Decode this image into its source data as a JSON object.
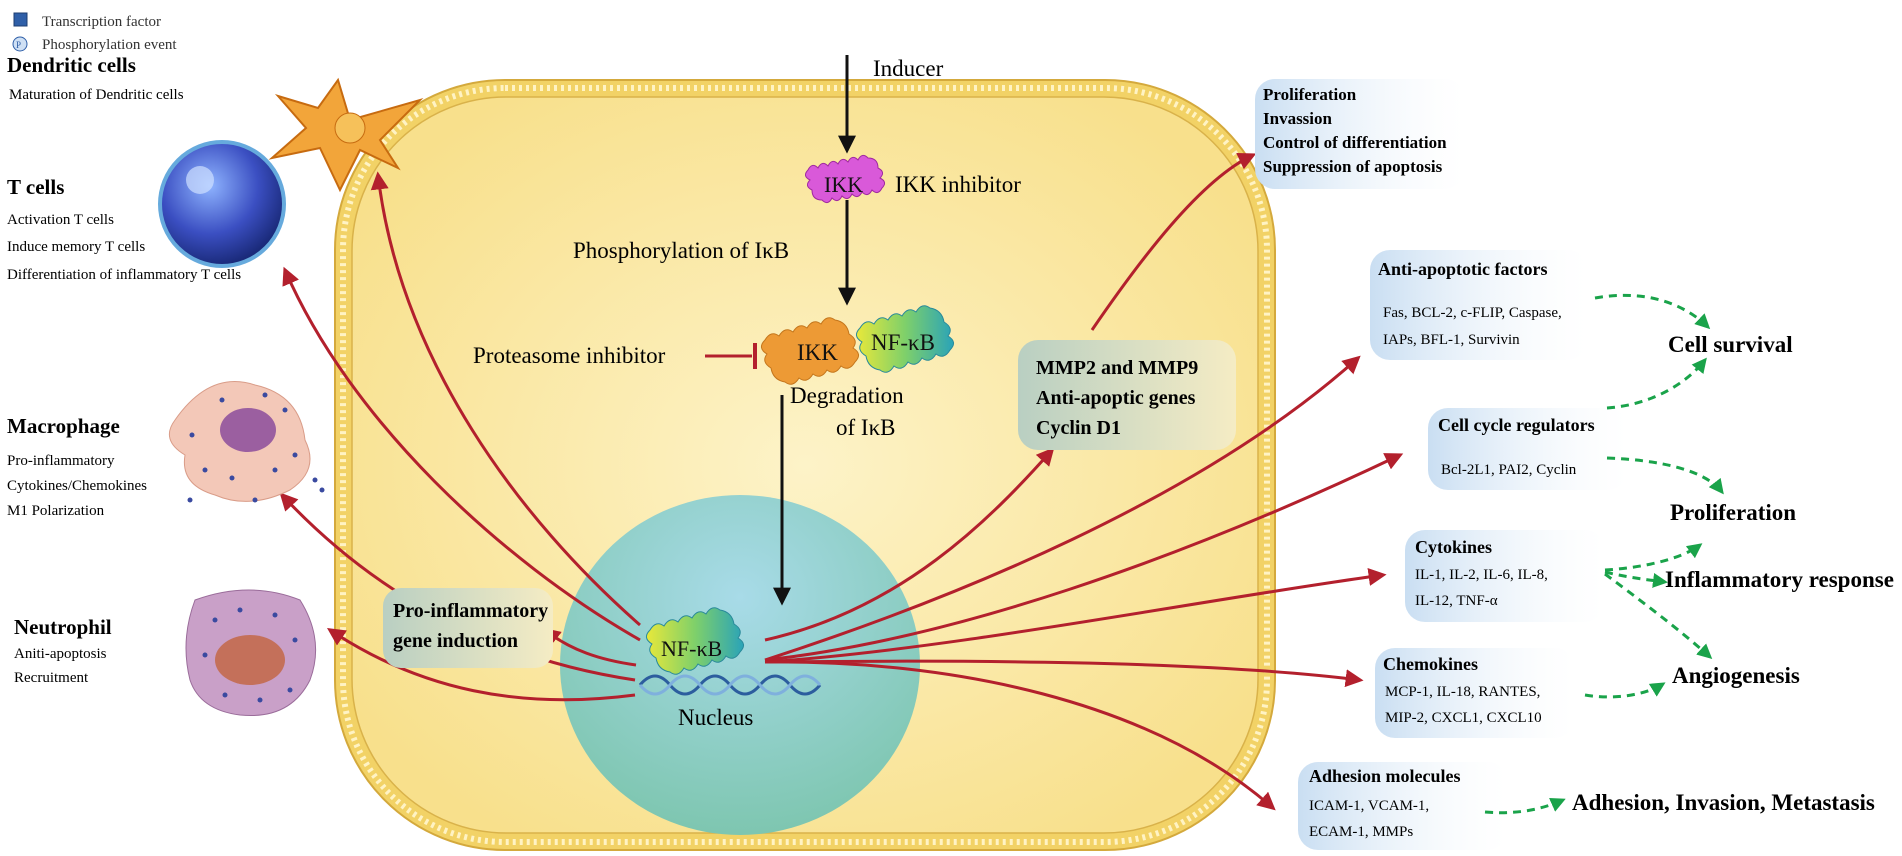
{
  "legend": [
    {
      "label": "Transcription factor",
      "icon": "square-icon"
    },
    {
      "label": "Phosphorylation event",
      "icon": "phosphorylation-icon"
    }
  ],
  "left_cells": {
    "dendritic": {
      "title": "Dendritic cells",
      "lines": [
        "Maturation of Dendritic cells"
      ]
    },
    "tcells": {
      "title": "T cells",
      "lines": [
        "Activation T cells",
        "Induce memory T cells",
        "Differentiation of inflammatory T cells"
      ]
    },
    "macrophage": {
      "title": "Macrophage",
      "lines": [
        "Pro-inflammatory",
        "Cytokines/Chemokines",
        "M1 Polarization"
      ]
    },
    "neutrophil": {
      "title": "Neutrophil",
      "lines": [
        "Aniti-apoptosis",
        "Recruitment"
      ]
    }
  },
  "pathway": {
    "inducer": "Inducer",
    "ikk": "IKK",
    "ikk_inhibitor": "IKK inhibitor",
    "phosphorylation": "Phosphorylation of IκB",
    "proteasome_inhibitor": "Proteasome inhibitor",
    "ikk2": "IKK",
    "nfkb": "NF-κB",
    "degradation_line1": "Degradation",
    "degradation_line2": "of IκB",
    "nfkb_nucleus": "NF-κB",
    "nucleus": "Nucleus",
    "pro_inflam_line1": "Pro-inflammatory",
    "pro_inflam_line2": "gene induction",
    "mmp_lines": [
      "MMP2 and MMP9",
      "Anti-apoptic genes",
      "Cyclin D1"
    ]
  },
  "right_boxes": {
    "proliferation_box": {
      "lines": [
        "Proliferation",
        "Invassion",
        "Control of differentiation",
        "Suppression of apoptosis"
      ]
    },
    "anti_apoptotic": {
      "title": "Anti-apoptotic factors",
      "lines": [
        "Fas, BCL-2, c-FLIP, Caspase,",
        "IAPs, BFL-1, Survivin"
      ]
    },
    "cell_cycle": {
      "title": "Cell cycle regulators",
      "lines": [
        "Bcl-2L1, PAI2, Cyclin"
      ]
    },
    "cytokines": {
      "title": "Cytokines",
      "lines": [
        "IL-1, IL-2, IL-6, IL-8,",
        "IL-12, TNF-α"
      ]
    },
    "chemokines": {
      "title": "Chemokines",
      "lines": [
        "MCP-1, IL-18, RANTES,",
        "MIP-2, CXCL1, CXCL10"
      ]
    },
    "adhesion": {
      "title": "Adhesion molecules",
      "lines": [
        "ICAM-1, VCAM-1,",
        "ECAM-1, MMPs"
      ]
    }
  },
  "outcomes": {
    "cell_survival": "Cell survival",
    "proliferation": "Proliferation",
    "inflammatory": "Inflammatory response",
    "angiogenesis": "Angiogenesis",
    "adhesion": "Adhesion, Invasion, Metastasis"
  },
  "colors": {
    "red_arrow": "#b3202d",
    "green_arrow": "#1aa34a",
    "cell_fill": "#fbe9a8",
    "membrane": "#e0b84a",
    "nucleus": "#8fcfc6",
    "box_fill": "#dbe9f5"
  }
}
